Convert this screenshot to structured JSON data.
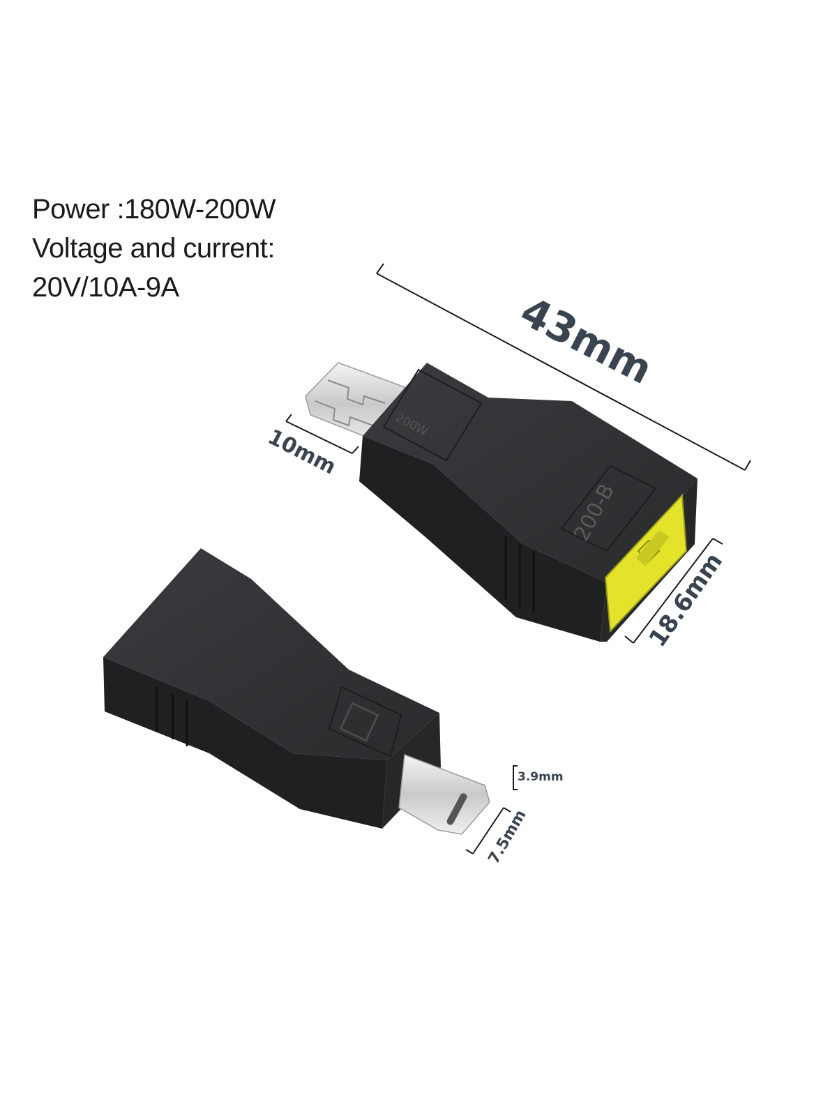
{
  "specs": {
    "power": "Power :180W-200W",
    "voltage_heading": "Voltage and current:",
    "voltage_value": "20V/10A-9A"
  },
  "dimensions": {
    "length": "43mm",
    "tip_length": "10mm",
    "width": "18.6mm",
    "plug_thickness": "3.9mm",
    "plug_width": "7.5mm"
  },
  "labels": {
    "wattage_embossed": "200W",
    "model_embossed": "200-B"
  },
  "colors": {
    "body": "#2e2f31",
    "body_shadow": "#1f2022",
    "body_highlight": "#4a4b4e",
    "port": "#e3e32b",
    "metal": "#d9d9d9",
    "dim_text": "#3a4450"
  }
}
